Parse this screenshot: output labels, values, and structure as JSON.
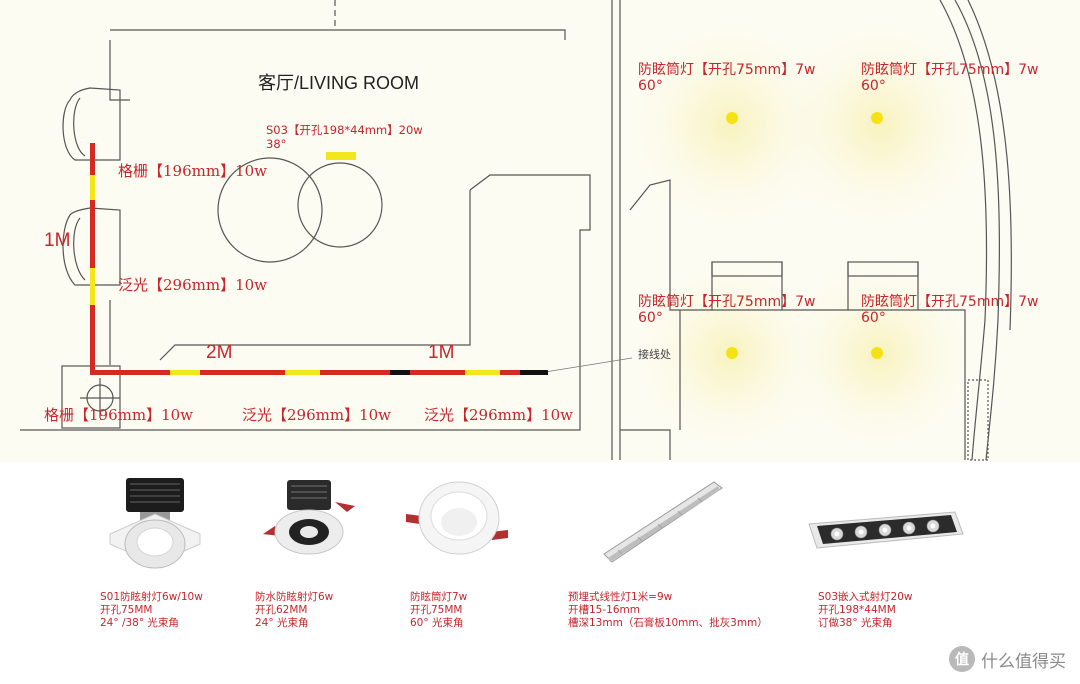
{
  "plan": {
    "room_title": "客厅/LIVING ROOM",
    "s03_label_line1": "S03【开孔198*44mm】20w",
    "s03_label_line2": "38°",
    "downlights": [
      {
        "line1": "防眩筒灯【开孔75mm】7w",
        "line2": "60°"
      },
      {
        "line1": "防眩筒灯【开孔75mm】7w",
        "line2": "60°"
      },
      {
        "line1": "防眩筒灯【开孔75mm】7w",
        "line2": "60°"
      },
      {
        "line1": "防眩筒灯【开孔75mm】7w",
        "line2": "60°"
      }
    ],
    "strip_labels": {
      "vertical_grille": "格栅【196mm】10w",
      "vertical_flood": "泛光【296mm】10w",
      "bottom_grille": "格栅【196mm】10w",
      "bottom_flood_1": "泛光【296mm】10w",
      "bottom_flood_2": "泛光【296mm】10w"
    },
    "dimensions": {
      "vertical_length": "1M",
      "horizontal_length_1": "2M",
      "horizontal_length_2": "1M"
    },
    "junction_label": "接线处",
    "colors": {
      "track_red": "#d42a24",
      "segment_yellow": "#f2e61c",
      "segment_black": "#111111",
      "spot_yellow": "#f4e214",
      "label_red": "#c8252c"
    }
  },
  "catalog": {
    "products": [
      {
        "icon": "recessed-spotlight",
        "line1": "S01防眩射灯6w/10w",
        "line2": "开孔75MM",
        "line3": "24° /38° 光束角"
      },
      {
        "icon": "waterproof-spotlight",
        "line1": "防水防眩射灯6w",
        "line2": "开孔62MM",
        "line3": "24° 光束角"
      },
      {
        "icon": "downlight",
        "line1": "防眩筒灯7w",
        "line2": "开孔75MM",
        "line3": "60° 光束角"
      },
      {
        "icon": "linear-light-profile",
        "line1": "预埋式线性灯1米=9w",
        "line2": "开槽15-16mm",
        "line3": "槽深13mm（石膏板10mm、批灰3mm）"
      },
      {
        "icon": "grille-spotlight",
        "line1": "S03嵌入式射灯20w",
        "line2": "开孔198*44MM",
        "line3": "订做38° 光束角"
      }
    ]
  },
  "watermark": {
    "badge": "值",
    "text": "什么值得买"
  }
}
